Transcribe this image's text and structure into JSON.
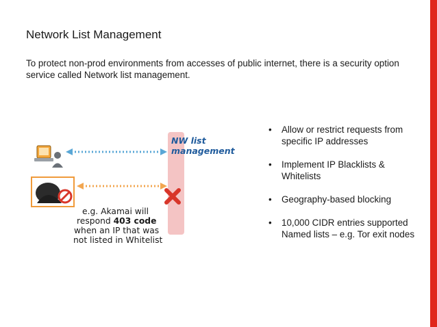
{
  "slide": {
    "title": "Network List Management",
    "intro": "To protect non-prod environments from accesses of public internet, there is a security option service called Network list management.",
    "diagram": {
      "barrier_label_line1": "NW list",
      "barrier_label_line2": "management",
      "caption_line1": "e.g. Akamai will",
      "caption_line2_prefix": "respond ",
      "caption_line2_bold": "403 code",
      "caption_line3": "when an IP that was",
      "caption_line4": "not listed in Whitelist",
      "colors": {
        "allowed_arrow": "#5aa7d6",
        "blocked_arrow": "#f2a650",
        "barrier": "#f4c4c4",
        "block_mark": "#d8362a",
        "barrier_label": "#1f5b9c"
      },
      "icons": [
        "computer-user-icon",
        "hacker-icon",
        "prohibited-icon",
        "block-x-icon"
      ]
    },
    "bullets": [
      {
        "bullet": "•",
        "lines": [
          "Allow or restrict requests from",
          "specific IP addresses"
        ]
      },
      {
        "bullet": "•",
        "lines": [
          "Implement IP Blacklists &",
          "Whitelists"
        ]
      },
      {
        "bullet": "•",
        "lines": [
          "Geography-based blocking"
        ]
      },
      {
        "bullet": "•",
        "lines": [
          "10,000 CIDR entries supported",
          "Named lists – e.g. Tor exit nodes"
        ]
      }
    ],
    "accent_color": "#e0281c"
  }
}
